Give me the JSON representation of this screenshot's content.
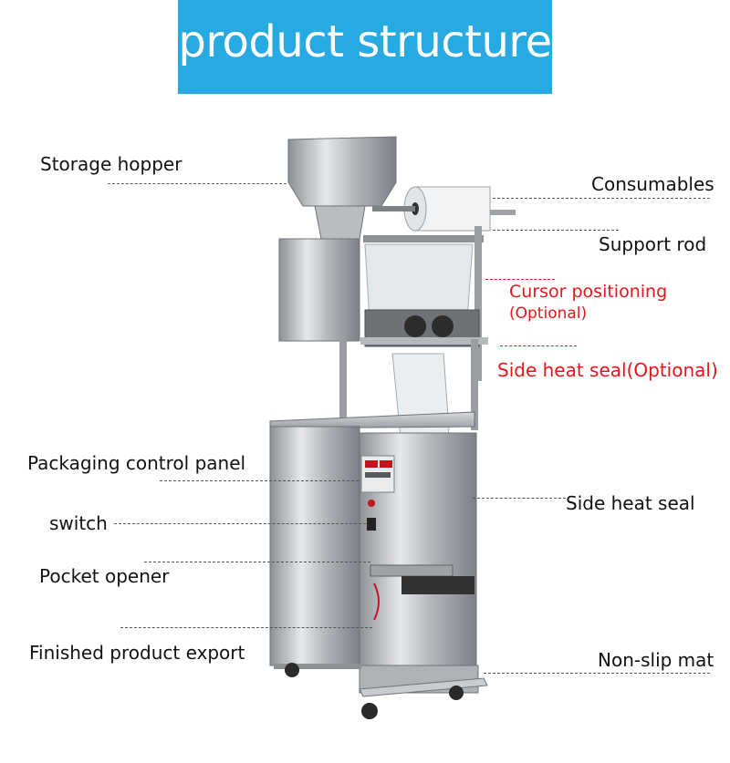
{
  "header": {
    "title": "product structure",
    "banner_color": "#27a9e1"
  },
  "labels": {
    "storage_hopper": "Storage hopper",
    "consumables": "Consumables",
    "support_rod": "Support rod",
    "cursor_positioning": "Cursor positioning",
    "cursor_optional": "(Optional)",
    "side_heat_seal_optional": "Side heat seal(Optional)",
    "packaging_control_panel": "Packaging control panel",
    "side_heat_seal": "Side heat seal",
    "switch": "switch",
    "pocket_opener": "Pocket opener",
    "finished_product_export": "Finished product export",
    "non_slip_mat": "Non-slip mat"
  },
  "colors": {
    "label_text": "#111111",
    "optional_text": "#e3161c",
    "metal": "#c9ccd0"
  },
  "icons": {
    "machine": "vertical-packaging-machine"
  }
}
